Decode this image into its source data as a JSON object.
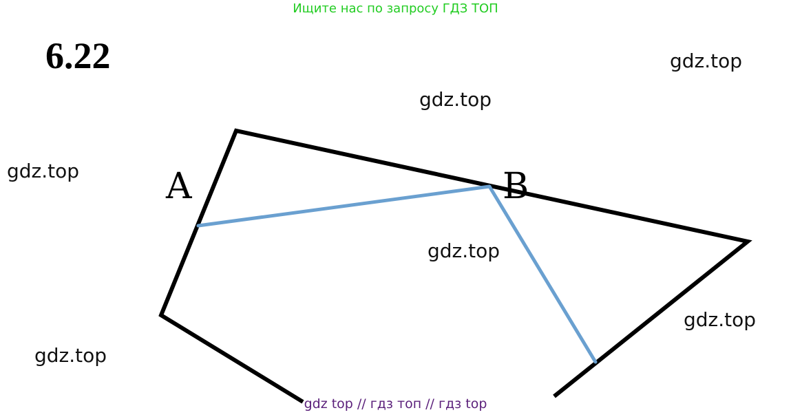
{
  "banner_top": "Ищите нас по запросу ГДЗ ТОП",
  "problem_number": "6.22",
  "watermarks": [
    "gdz.top",
    "gdz.top",
    "gdz.top",
    "gdz.top",
    "gdz.top",
    "gdz.top"
  ],
  "points": {
    "a": "A",
    "b": "B"
  },
  "banner_bottom": "gdz top  //  гдз топ  //  гдз top",
  "colors": {
    "figure": "#000000",
    "segments": "#6aa0d0",
    "banner_top": "#22cc22",
    "banner_bottom": "#5a1f7a"
  }
}
